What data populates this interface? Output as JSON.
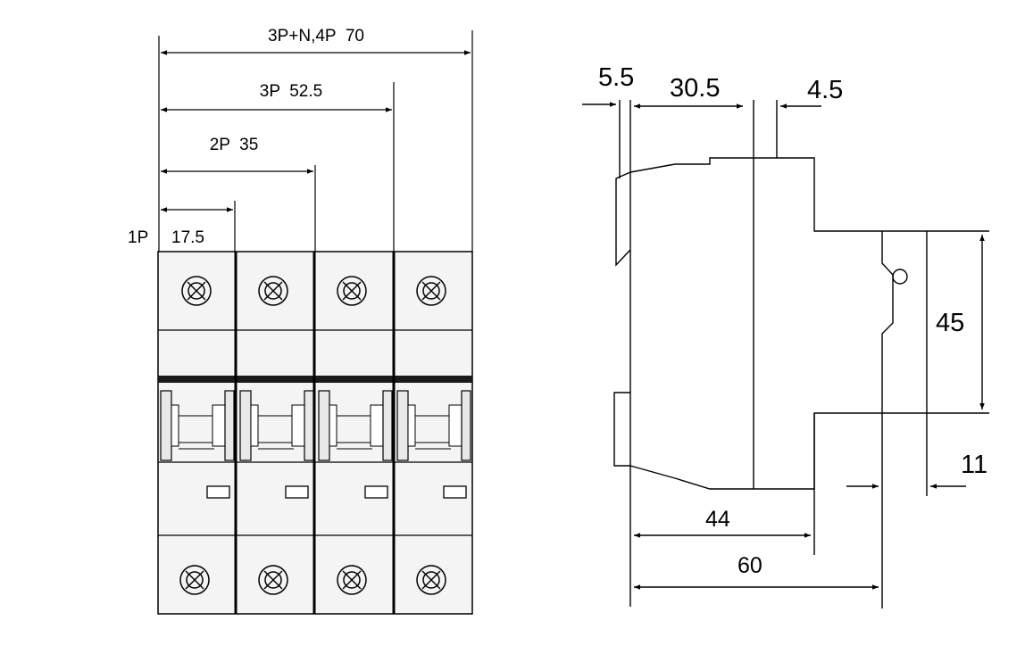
{
  "front_view": {
    "poles": 4,
    "dimensions": {
      "p1": "1P",
      "p1_value": "17.5",
      "p2": "2P  35",
      "p3": "3P  52.5",
      "p4": "3P+N,4P  70"
    }
  },
  "side_view": {
    "dimensions": {
      "d_5_5": "5.5",
      "d_30_5": "30.5",
      "d_4_5": "4.5",
      "d_45": "45",
      "d_11": "11",
      "d_44": "44",
      "d_60": "60"
    }
  },
  "colors": {
    "line": "#000000",
    "fill": "#f2f2f2",
    "bar": "#1a1a1a"
  }
}
